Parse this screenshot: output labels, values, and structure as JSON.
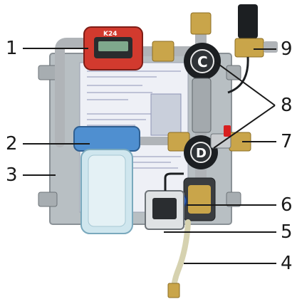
{
  "callouts": [
    {
      "id": "1",
      "label": "1"
    },
    {
      "id": "2",
      "label": "2"
    },
    {
      "id": "3",
      "label": "3"
    },
    {
      "id": "4",
      "label": "4"
    },
    {
      "id": "5",
      "label": "5"
    },
    {
      "id": "6",
      "label": "6"
    },
    {
      "id": "7",
      "label": "7"
    },
    {
      "id": "8",
      "label": "8"
    },
    {
      "id": "9",
      "label": "9"
    }
  ],
  "device_labels": {
    "meter_C": "C",
    "meter_D": "D",
    "flow_meter_brand": "K24"
  },
  "colors": {
    "panel": "#b8bfc3",
    "filter_housing": "#cfe6ee",
    "filter_cap": "#4f8fd0",
    "brass": "#c9a54a",
    "steel": "#b0b4b8",
    "meter_red": "#d23a2e",
    "valve_red": "#d81f1f",
    "dark": "#1c1f22",
    "hose": "#d6d2b0",
    "text_dark": "#1a1a1a"
  }
}
